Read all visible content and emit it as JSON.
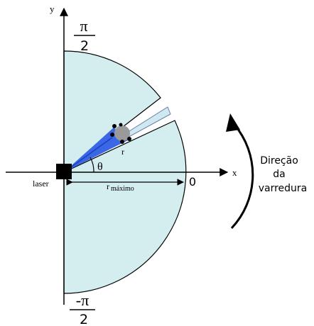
{
  "axes": {
    "x_label": "x",
    "y_label": "y"
  },
  "angle_top": {
    "numerator": "π",
    "denominator": "2"
  },
  "angle_bottom": {
    "numerator": "-π",
    "denominator": "2"
  },
  "labels": {
    "laser": "laser",
    "theta": "θ",
    "r": "r",
    "r_max_main": "r",
    "r_max_sub": "máximo",
    "zero": "0",
    "direction_line1": "Direção",
    "direction_line2": "da",
    "direction_line3": "varredura"
  },
  "colors": {
    "scan_area": "#d4eef0",
    "beam": "#3a67e6",
    "gap_beam": "#cfe9f3",
    "laser_box": "#000000",
    "object": "#9a9a9a"
  }
}
